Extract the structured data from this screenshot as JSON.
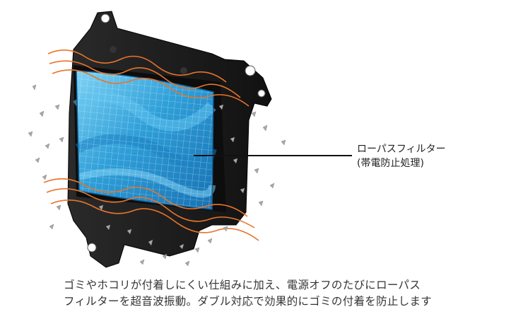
{
  "callout": {
    "line1": "ローパスフィルター",
    "line2": "(帯電防止処理)"
  },
  "caption": {
    "line1": "ゴミやホコリが付着しにくい仕組みに加え、電源オフのたびにローパス",
    "line2": "フィルターを超音波振動。ダブル対応で効果的にゴミの付着を防止します"
  },
  "colors": {
    "frame": "#1c1c1c",
    "filter": "#2f9fd8",
    "wave": "#e8742a",
    "dust": "#9a9a9a",
    "text": "#222222"
  }
}
